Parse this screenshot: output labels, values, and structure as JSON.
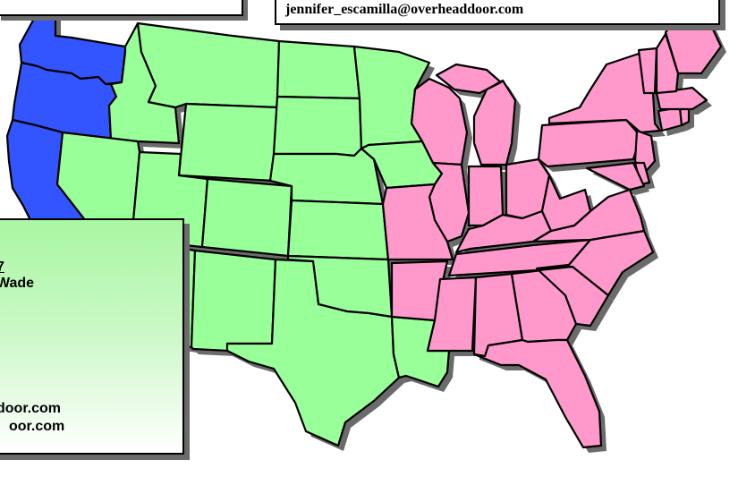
{
  "colors": {
    "west_coast": "#3355ff",
    "central": "#99ff99",
    "east": "#ff99cc",
    "outline": "#000000",
    "shadow": "#6b6b6b"
  },
  "top_right_box": {
    "email": "jennifer_escamilla@overheaddoor.com"
  },
  "bottom_left_box": {
    "ext": "7",
    "name": "Wade",
    "email_line_1": "door.com",
    "email_line_2": "oor.com"
  },
  "regions": {
    "west_coast": {
      "color_name": "blue",
      "states": [
        "WA",
        "OR",
        "CA"
      ]
    },
    "central": {
      "color_name": "green",
      "states": [
        "ID",
        "MT",
        "WY",
        "NV",
        "UT",
        "CO",
        "AZ",
        "NM",
        "ND",
        "SD",
        "NE",
        "KS",
        "OK",
        "TX",
        "MN",
        "IA",
        "LA"
      ]
    },
    "east": {
      "color_name": "pink",
      "states": [
        "WI",
        "MI",
        "IL",
        "IN",
        "OH",
        "MO",
        "AR",
        "KY",
        "TN",
        "MS",
        "AL",
        "GA",
        "FL",
        "SC",
        "NC",
        "VA",
        "WV",
        "PA",
        "NY",
        "NJ",
        "DE",
        "MD",
        "CT",
        "RI",
        "MA",
        "VT",
        "NH",
        "ME"
      ]
    }
  }
}
